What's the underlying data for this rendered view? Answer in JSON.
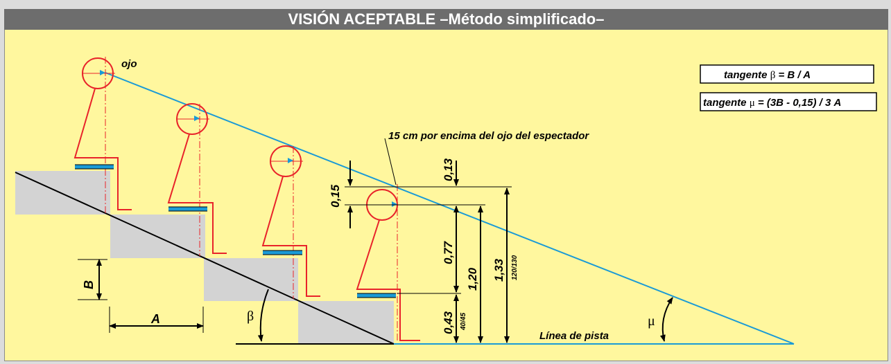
{
  "title": "VISIÓN ACEPTABLE –Método simplificado–",
  "formulas": {
    "beta": {
      "prefix": "tangente ",
      "symbol": "β",
      "rest": " = B / A"
    },
    "mu": {
      "prefix": "tangente ",
      "symbol": "μ",
      "rest": " = (3B - 0,15) / 3 A"
    }
  },
  "labels": {
    "eye": "ojo",
    "above_eye": "15 cm por encima del ojo del espectador",
    "track_line": "Línea de pista",
    "B": "B",
    "A": "A",
    "beta": "β",
    "mu": "μ"
  },
  "dimensions": {
    "d015": "0,15",
    "d013": "0,13",
    "d077": "0,77",
    "d043": "0,43",
    "d043_sub": "40/45",
    "d120": "1,20",
    "d133": "1,33",
    "d133_sub": "120/130"
  },
  "colors": {
    "background": "#fff79e",
    "title_bar": "#6d6d6d",
    "steps": "#d3d3d3",
    "sight_line": "#1a9ad6",
    "figure": "#e8232a",
    "seat": "#1a9ad6"
  }
}
